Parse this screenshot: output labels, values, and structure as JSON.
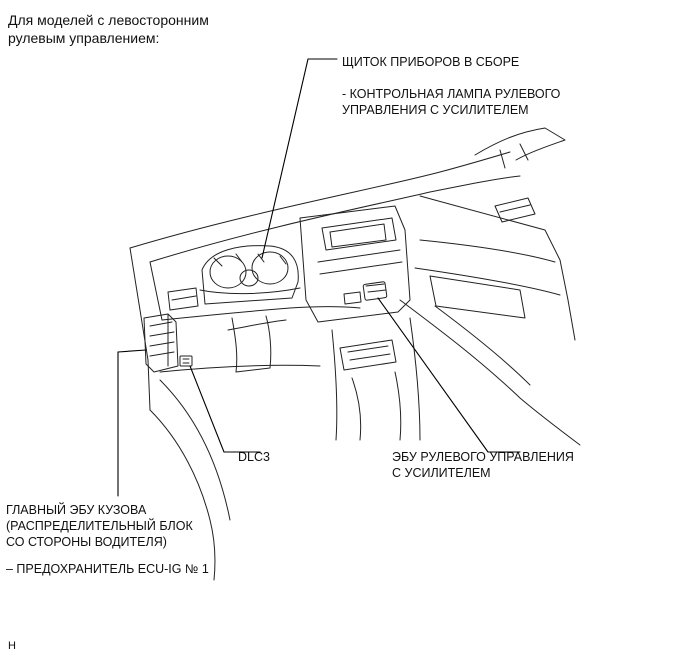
{
  "heading": "Для моделей с левосторонним\nрулевым управлением:",
  "callouts": {
    "instrument_cluster": "ЩИТОК ПРИБОРОВ В СБОРЕ",
    "warning_lamp": "- КОНТРОЛЬНАЯ ЛАМПА РУЛЕВОГО\nУПРАВЛЕНИЯ С УСИЛИТЕЛЕМ",
    "dlc3": "DLC3",
    "eps_ecu": "ЭБУ РУЛЕВОГО УПРАВЛЕНИЯ\nС УСИЛИТЕЛЕМ",
    "main_body_ecu": "ГЛАВНЫЙ ЭБУ КУЗОВА\n(РАСПРЕДЕЛИТЕЛЬНЫЙ БЛОК\nСО СТОРОНЫ ВОДИТЕЛЯ)",
    "fuse": "– ПРЕДОХРАНИТЕЛЬ ECU-IG № 1"
  },
  "corner_mark": "H"
}
